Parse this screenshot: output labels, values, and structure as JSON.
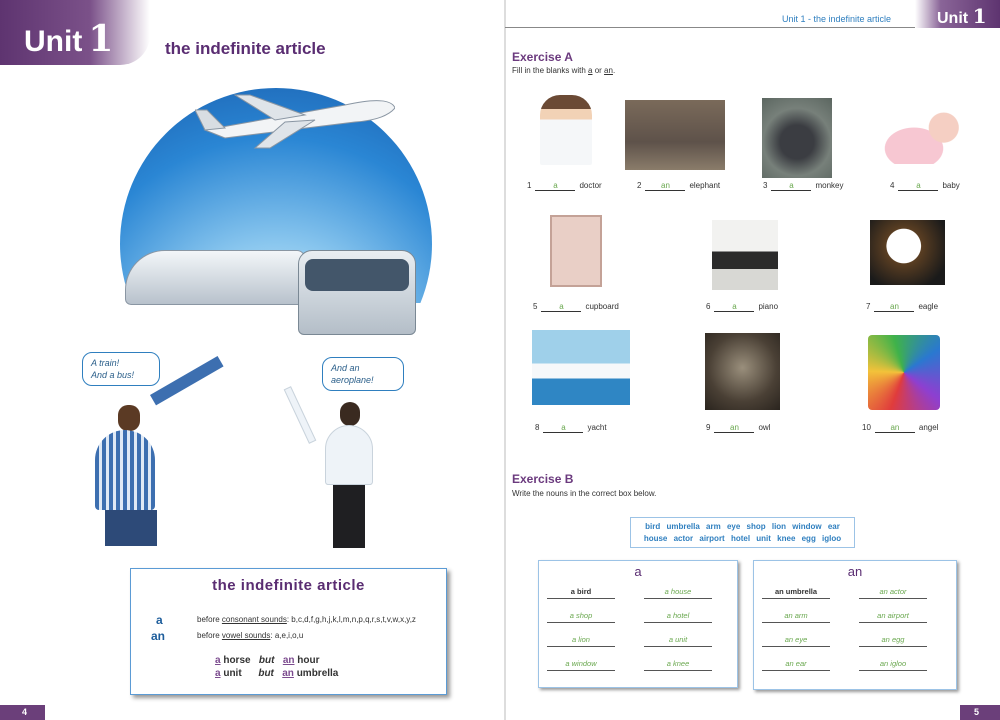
{
  "left_page": {
    "unit_tab": {
      "word": "Unit",
      "number": "1"
    },
    "title": "the indefinite article",
    "bubbles": [
      {
        "line1": "A train!",
        "line2": "And a bus!"
      },
      {
        "line1": "And an aeroplane!"
      }
    ],
    "rule_box": {
      "heading": "the indefinite article",
      "rows": [
        {
          "key": "a",
          "prefix": "before ",
          "term": "consonant sounds",
          "suffix": ": b,c,d,f,g,h,j,k,l,m,n,p,q,r,s,t,v,w,x,y,z"
        },
        {
          "key": "an",
          "prefix": "before ",
          "term": "vowel sounds",
          "suffix": ": a,e,i,o,u"
        }
      ],
      "examples": [
        {
          "a": "a",
          "w1": "horse",
          "but": "but",
          "an": "an",
          "w2": "hour"
        },
        {
          "a": "a",
          "w1": "unit",
          "but": "but",
          "an": "an",
          "w2": "umbrella"
        }
      ]
    },
    "page_number": "4"
  },
  "right_page": {
    "header": "Unit 1 -  the indefinite article",
    "unit_tab": {
      "word": "Unit",
      "number": "1"
    },
    "exercise_a": {
      "title": "Exercise A",
      "instruction_pre": "Fill in the blanks with ",
      "opt1": "a",
      "mid": " or ",
      "opt2": "an",
      "end": ".",
      "items": [
        {
          "n": "1",
          "answer": "a",
          "word": "doctor"
        },
        {
          "n": "2",
          "answer": "an",
          "word": "elephant"
        },
        {
          "n": "3",
          "answer": "a",
          "word": "monkey"
        },
        {
          "n": "4",
          "answer": "a",
          "word": "baby"
        },
        {
          "n": "5",
          "answer": "a",
          "word": "cupboard"
        },
        {
          "n": "6",
          "answer": "a",
          "word": "piano"
        },
        {
          "n": "7",
          "answer": "an",
          "word": "eagle"
        },
        {
          "n": "8",
          "answer": "a",
          "word": "yacht"
        },
        {
          "n": "9",
          "answer": "an",
          "word": "owl"
        },
        {
          "n": "10",
          "answer": "an",
          "word": "angel"
        }
      ]
    },
    "exercise_b": {
      "title": "Exercise B",
      "instruction": "Write the nouns in the correct box below.",
      "word_line1": "bird  umbrella  arm  eye  shop  lion  window  ear",
      "word_line2": "house  actor airport  hotel  unit  knee  egg  igloo",
      "box_a": {
        "heading": "a",
        "answers": [
          "a bird",
          "a house",
          "a shop",
          "a hotel",
          "a lion",
          "a unit",
          "a window",
          "a knee"
        ]
      },
      "box_an": {
        "heading": "an",
        "answers": [
          "an umbrella",
          "an actor",
          "an arm",
          "an airport",
          "an eye",
          "an egg",
          "an ear",
          "an igloo"
        ]
      }
    },
    "page_number": "5"
  },
  "colors": {
    "purple": "#5a2d72",
    "blue": "#2f7fbf",
    "green_answer": "#6aa84f"
  }
}
